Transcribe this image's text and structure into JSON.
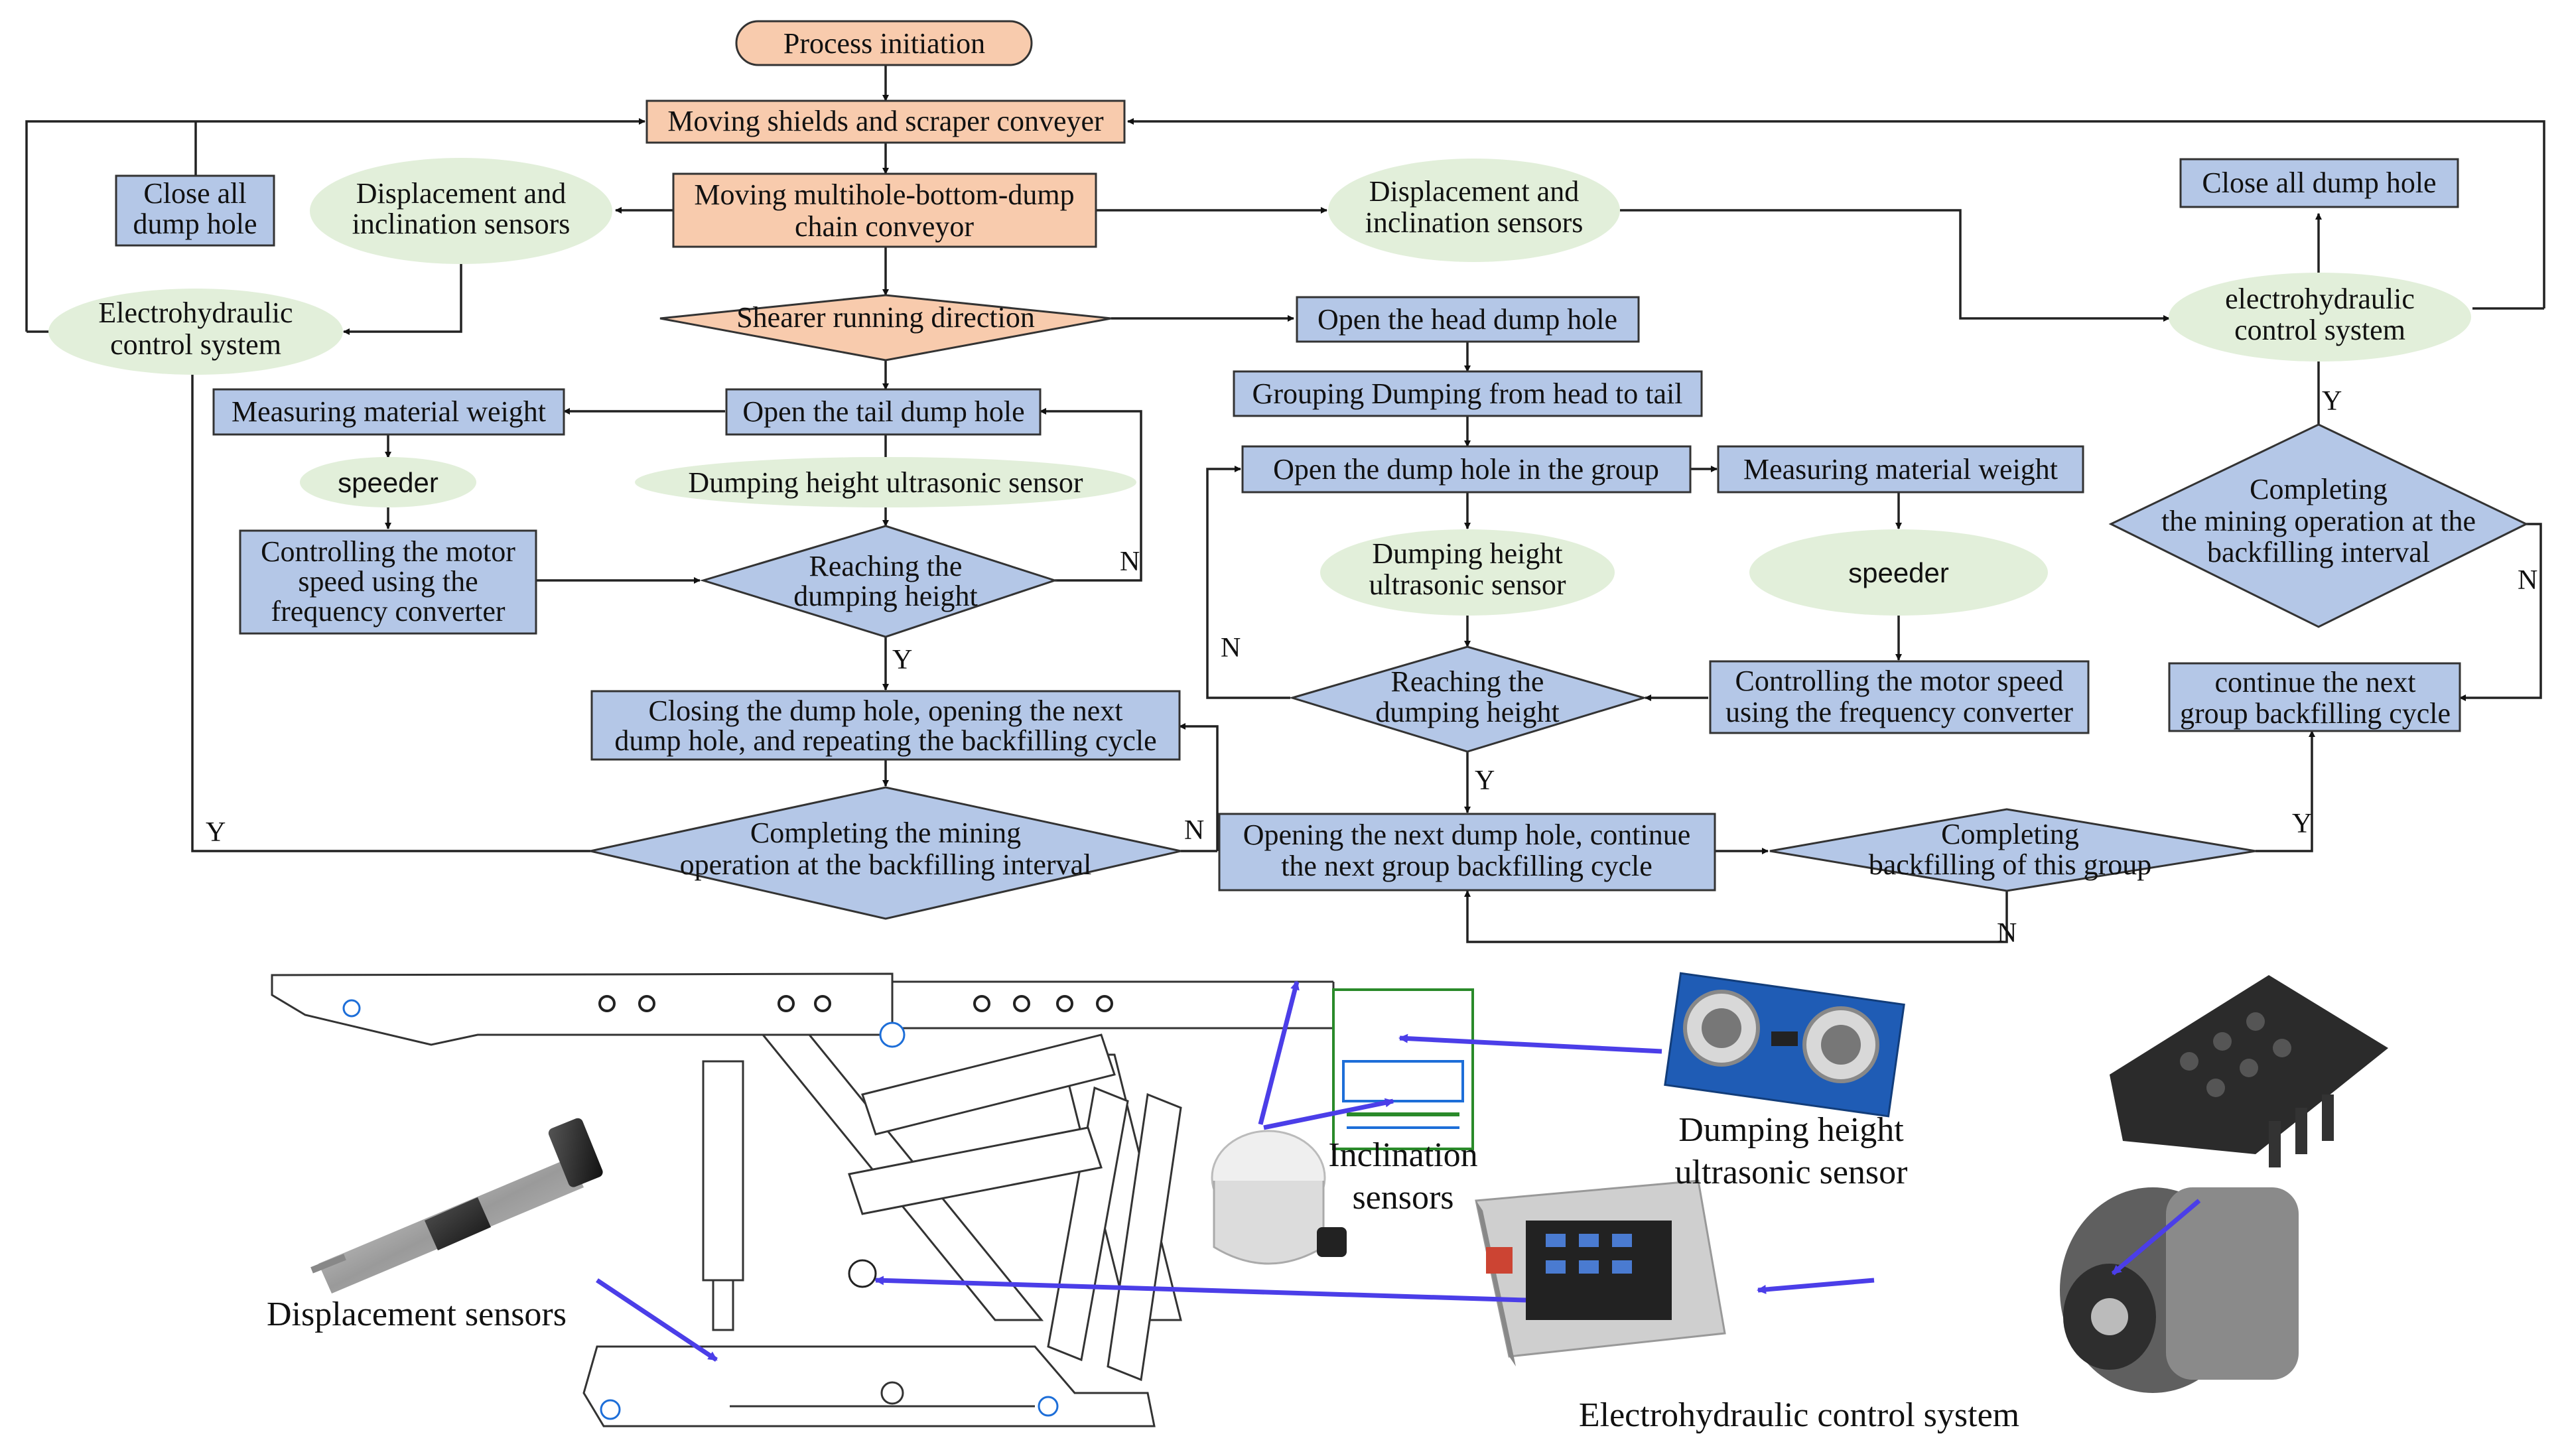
{
  "colors": {
    "orange_fill": "#f8cbad",
    "blue_fill": "#b4c7e7",
    "green_fill": "#e2efda",
    "box_stroke": "#333333",
    "arrow_blue": "#4b3ee8"
  },
  "nodes": {
    "start": "Process initiation",
    "move_shields": "Moving shields and scraper conveyer",
    "move_chain_l1": "Moving multihole-bottom-dump",
    "move_chain_l2": "chain conveyor",
    "close_all_left_l1": "Close all",
    "close_all_left_l2": "dump hole",
    "disp_left_l1": "Displacement and",
    "disp_left_l2": "inclination sensors",
    "ehc_left_l1": "Electrohydraulic",
    "ehc_left_l2": "control system",
    "disp_right_l1": "Displacement and",
    "disp_right_l2": "inclination sensors",
    "close_all_right": "Close all dump hole",
    "ehc_right_l1": "electrohydraulic",
    "ehc_right_l2": "control system",
    "shearer_dir": "Shearer running direction",
    "open_head": "Open the head  dump hole",
    "grouping": "Grouping Dumping from head  to tail",
    "open_tail": "Open the tail dump hole",
    "measure_left": "Measuring material weight",
    "speeder_left": "speeder",
    "ultra_left": "Dumping height ultrasonic sensor",
    "ctrl_left_l1": "Controlling the motor",
    "ctrl_left_l2": "speed using the",
    "ctrl_left_l3": "frequency converter",
    "reach_left_l1": "Reaching the",
    "reach_left_l2": "dumping height",
    "closing_l1": "Closing the dump hole, opening the next",
    "closing_l2": "dump hole, and repeating the  backfilling cycle",
    "complete_left_l1": "Completing the mining",
    "complete_left_l2": "operation at the backfilling interval",
    "open_group": "Open the  dump hole in the group",
    "measure_right": "Measuring material weight",
    "ultra_right_l1": "Dumping height",
    "ultra_right_l2": "ultrasonic sensor",
    "speeder_right": "speeder",
    "reach_right_l1": "Reaching the",
    "reach_right_l2": "dumping height",
    "ctrl_right_l1": "Controlling the motor speed",
    "ctrl_right_l2": "using the frequency converter",
    "open_next_l1": "Opening the next  dump hole, continue",
    "open_next_l2": "the next group backfilling cycle",
    "complete_group_l1": "Completing",
    "complete_group_l2": "backfilling of this group",
    "complete_right_l1": "Completing",
    "complete_right_l2": "the  mining operation at the",
    "complete_right_l3": "backfilling interval",
    "continue_l1": "continue the next",
    "continue_l2": "group backfilling cycle"
  },
  "branch_labels": {
    "y": "Y",
    "n": "N"
  },
  "photo_labels": {
    "displacement": "Displacement  sensors",
    "inclination_l1": "Inclination",
    "inclination_l2": "sensors",
    "ultrasonic_l1": "Dumping  height",
    "ultrasonic_l2": "ultrasonic sensor",
    "ehc": "Electrohydraulic  control system"
  }
}
